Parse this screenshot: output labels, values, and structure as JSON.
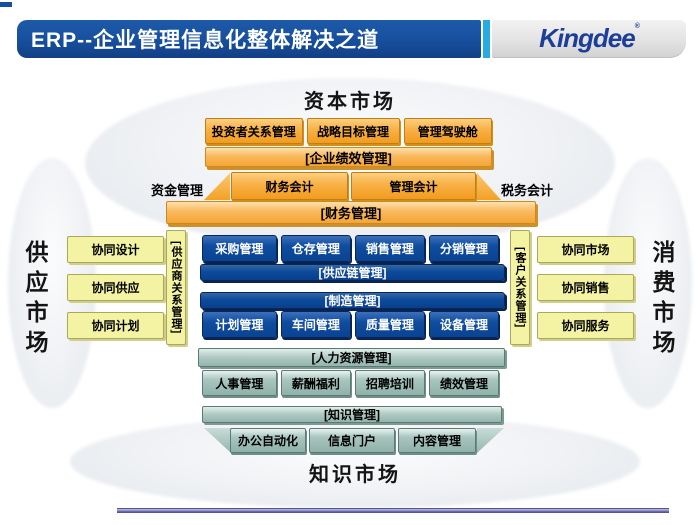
{
  "header": {
    "title": "ERP--企业管理信息化整体解决之道",
    "logo": "Kingdee",
    "logo_mark": "®"
  },
  "markets": {
    "top": "资本市场",
    "bottom": "知识市场",
    "left": "供应市场",
    "right": "消费市场"
  },
  "capital": {
    "boxes": [
      "投资者关系管理",
      "战略目标管理",
      "管理驾驶舱"
    ],
    "bar": "[企业绩效管理]"
  },
  "finance": {
    "left_label": "资金管理",
    "boxes": [
      "财务会计",
      "管理会计"
    ],
    "right_label": "税务会计",
    "bar": "[财务管理]"
  },
  "scm": {
    "boxes": [
      "采购管理",
      "仓存管理",
      "销售管理",
      "分销管理"
    ],
    "bar": "[供应链管理]"
  },
  "mfg": {
    "bar": "[制造管理]",
    "boxes": [
      "计划管理",
      "车间管理",
      "质量管理",
      "设备管理"
    ]
  },
  "hr": {
    "bar": "[人力资源管理]",
    "boxes": [
      "人事管理",
      "薪酬福利",
      "招聘培训",
      "绩效管理"
    ]
  },
  "km": {
    "bar": "[知识管理]",
    "boxes": [
      "办公自动化",
      "信息门户",
      "内容管理"
    ]
  },
  "left_panel": {
    "vertical_bar": "[供应商关系管理]",
    "boxes": [
      "协同设计",
      "协同供应",
      "协同计划"
    ]
  },
  "right_panel": {
    "vertical_bar": "[客户关系管理]",
    "boxes": [
      "协同市场",
      "协同销售",
      "协同服务"
    ]
  },
  "colors": {
    "header_blue": "#164F9E",
    "accent_cyan": "#29AAE1",
    "logo_blue": "#1C3E99",
    "orange": "#F5A535",
    "module_blue": "#0D4A9C",
    "teal": "#9BBCB4",
    "yellow": "#F4F3A3",
    "divider_purple": "#54549E"
  }
}
